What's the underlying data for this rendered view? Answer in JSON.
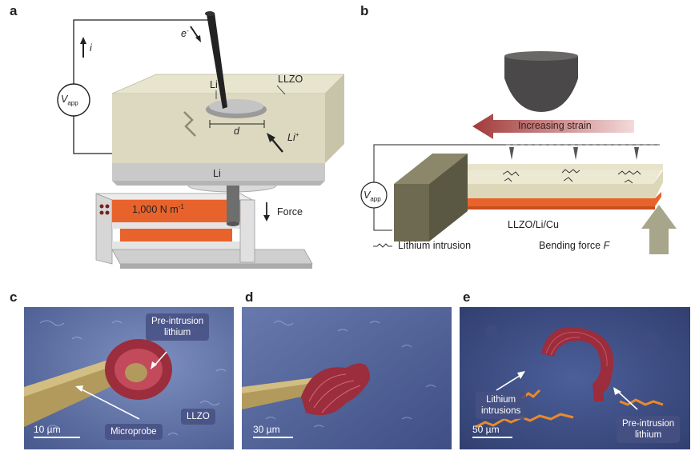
{
  "panel_letters": {
    "a": "a",
    "b": "b",
    "c": "c",
    "d": "d",
    "e": "e"
  },
  "panel_a": {
    "current": "i",
    "electron": "e",
    "electron_sup": "-",
    "vapp_main": "V",
    "vapp_sub": "app",
    "li_top": "Li",
    "llzo": "LLZO",
    "d": "d",
    "li_ion": "Li",
    "li_ion_sup": "+",
    "li_layer": "Li",
    "spring_main": "1,000 N m",
    "spring_sup": "-1",
    "force": "Force"
  },
  "panel_b": {
    "increasing_strain": "Increasing strain",
    "vapp_main": "V",
    "vapp_sub": "app",
    "stack": "LLZO/Li/Cu",
    "intrusion_legend": "Lithium intrusion",
    "bending_force": "Bending force",
    "bending_force_symbol": "F"
  },
  "panel_c": {
    "pre_intrusion_1": "Pre-intrusion",
    "pre_intrusion_2": "lithium",
    "microprobe": "Microprobe",
    "llzo": "LLZO",
    "scale": "10 µm"
  },
  "panel_d": {
    "scale": "30 µm"
  },
  "panel_e": {
    "intrusions_1": "Lithium",
    "intrusions_2": "intrusions",
    "pre_intrusion_1": "Pre-intrusion",
    "pre_intrusion_2": "lithium",
    "scale": "50 µm"
  },
  "colors": {
    "llzo": "#dcd9c0",
    "lithium_gray": "#c9c9c9",
    "orange": "#e8632c",
    "strain_arrow": "#a13a3a",
    "sem_blue": "#5a6fa8",
    "lithium_red": "#9b2d3c",
    "probe_gold": "#b29a5c"
  }
}
